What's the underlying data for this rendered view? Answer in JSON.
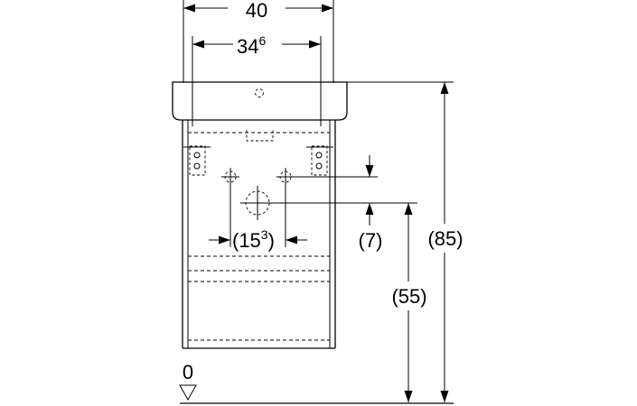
{
  "dimensions": {
    "overall_width": "40",
    "inner_width_main": "34",
    "inner_width_sup": "6",
    "drain_spacing_open": "(15",
    "drain_spacing_sup": "3",
    "drain_spacing_close": ")",
    "offset_height": "(7)",
    "drain_height": "(55)",
    "total_height": "(85)",
    "floor_level": "0"
  }
}
